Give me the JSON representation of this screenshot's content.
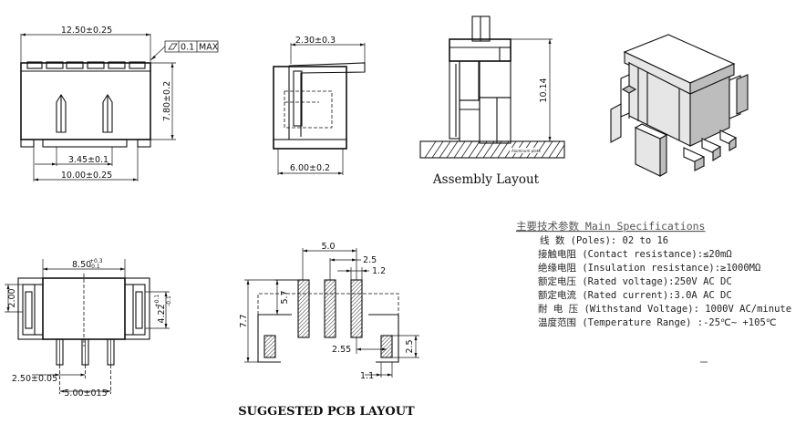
{
  "front_view": {
    "width_top": "12.50±0.25",
    "flatness_tol": "0.1",
    "flatness_max": "MAX",
    "height": "7.80±0.2",
    "pin_pitch_span": "3.45±0.1",
    "width_bottom": "10.00±0.25"
  },
  "side_view": {
    "top_dim": "2.30±0.3",
    "bottom_dim": "6.00±0.2"
  },
  "assembly": {
    "height_dim": "10.14",
    "board_label": "Aluminum plate",
    "caption": "Assembly Layout"
  },
  "bottom_view": {
    "width_main": "8.50",
    "width_tol_plus": "+0.3",
    "width_tol_minus": "-0.1",
    "left_height": "2.00",
    "right_height": "4.22",
    "right_tol_plus": "+0.1",
    "right_tol_minus": "-0.1",
    "pin_pitch": "2.50±0.05",
    "pin_span": "5.00±015"
  },
  "pcb": {
    "dim_5_0": "5.0",
    "dim_2_5_top": "2.5",
    "dim_1_2": "1.2",
    "dim_5_7": "5.7",
    "dim_7_7": "7.7",
    "dim_2_55": "2.55",
    "dim_2_5_right": "2.5",
    "dim_1_1": "1.1",
    "caption": "SUGGESTED PCB LAYOUT"
  },
  "specs": {
    "title": "主要技术参数 Main Specifications",
    "lines": [
      "线    数 (Poles): 02 to 16",
      "接触电阻 (Contact resistance):≤20mΩ",
      "绝缘电阻 (Insulation resistance):≥1000MΩ",
      "额定电压 (Rated voltage):250V AC DC",
      "额定电流 (Rated current):3.0A AC DC",
      "耐 电 压 (Withstand Voltage): 1000V AC/minute",
      "温度范围 (Temperature Range) :-25℃~ +105℃"
    ]
  }
}
